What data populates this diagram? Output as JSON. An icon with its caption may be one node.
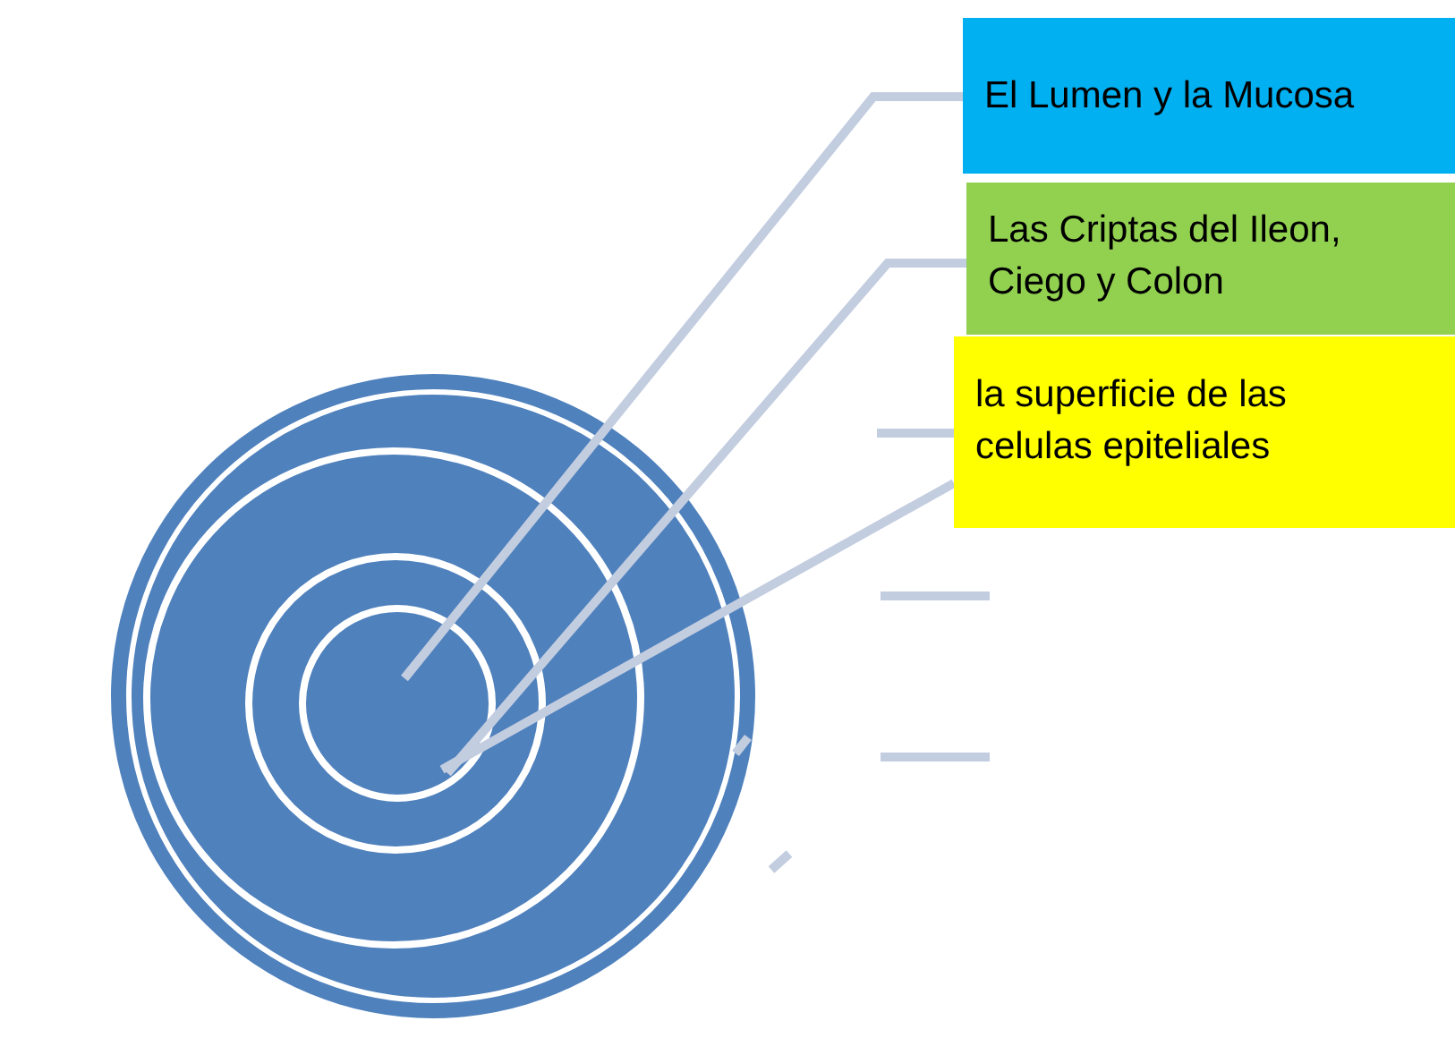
{
  "diagram": {
    "nodes": [
      {
        "text": [
          "El Lumen y la Mucosa"
        ]
      },
      {
        "text": [
          "Las Criptas del Ileon, Ciego y Colon"
        ]
      },
      {
        "text": [
          "la superficie de las celulas epiteliales"
        ]
      },
      {
        "text": [],
        "shape": "circle"
      }
    ],
    "edges": [
      {
        "from": 0,
        "to": 3,
        "arrow": "none"
      },
      {
        "from": 1,
        "to": 3,
        "arrow": "none"
      },
      {
        "from": 2,
        "to": 3,
        "arrow": "none"
      },
      {
        "from": 2,
        "to": null,
        "arrow": "none"
      }
    ]
  }
}
